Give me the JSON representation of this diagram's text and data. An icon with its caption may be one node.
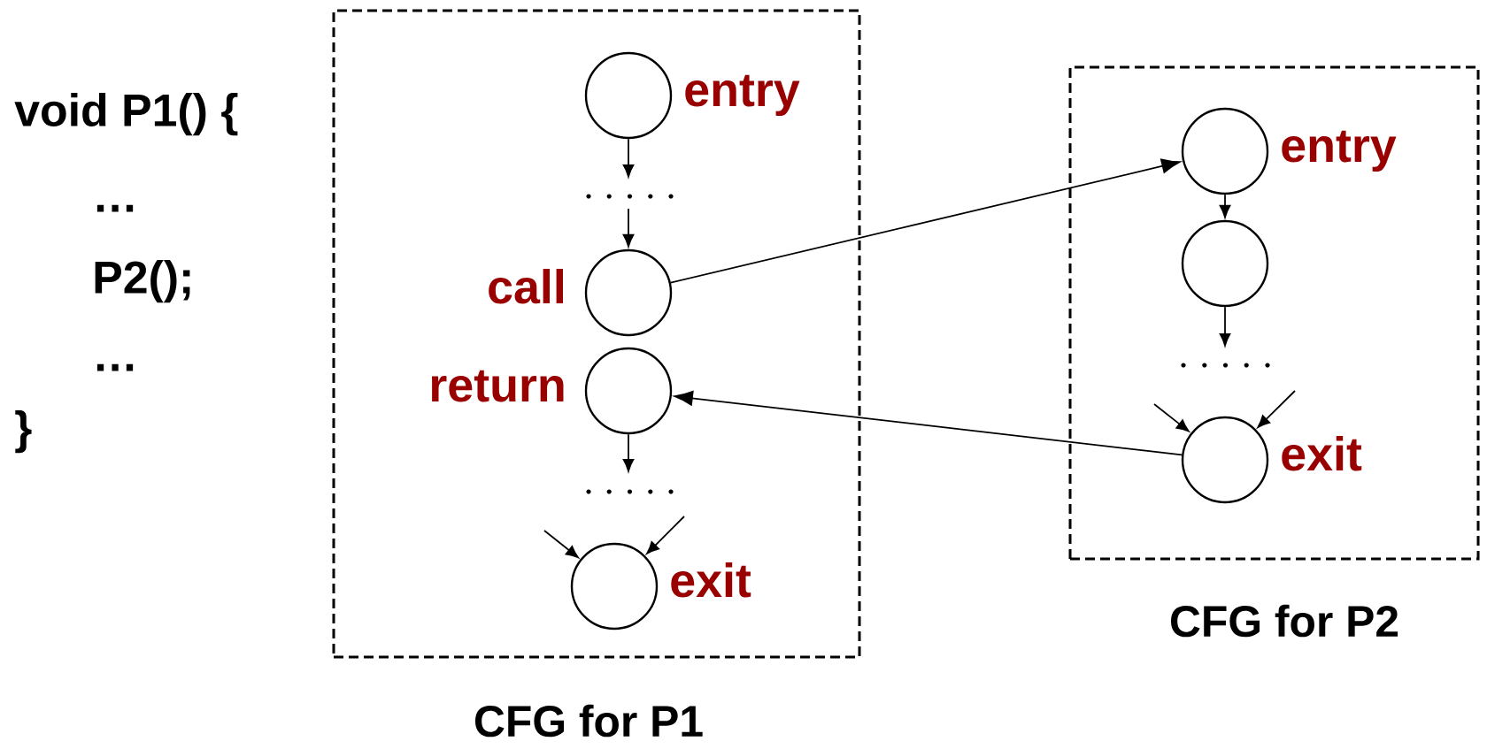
{
  "diagram": {
    "nodes": [
      {
        "text": [
          "CFG for P1"
        ]
      },
      {
        "text": [],
        "shape": "circle",
        "beside": [
          "entry"
        ],
        "in": 0
      },
      {
        "text": [],
        "shape": "circle",
        "beside": [
          "call"
        ],
        "in": 0
      },
      {
        "text": [],
        "shape": "circle",
        "beside": [
          "return"
        ],
        "in": 0
      },
      {
        "text": [],
        "shape": "circle",
        "beside": [
          "exit"
        ],
        "in": 0
      },
      {
        "text": [
          "CFG for P2"
        ]
      },
      {
        "text": [],
        "shape": "circle",
        "beside": [
          "entry"
        ],
        "in": 5
      },
      {
        "text": [],
        "shape": "circle",
        "in": 5
      },
      {
        "text": [],
        "shape": "circle",
        "beside": [
          "exit"
        ],
        "in": 5
      }
    ],
    "edges": [
      {
        "from": 1,
        "to": null,
        "arrow": "to"
      },
      {
        "from": null,
        "to": 2,
        "arrow": "to"
      },
      {
        "from": 3,
        "to": null,
        "arrow": "to"
      },
      {
        "from": null,
        "to": 4,
        "arrow": "to"
      },
      {
        "from": null,
        "to": 4,
        "arrow": "to"
      },
      {
        "from": 2,
        "to": 6,
        "arrow": "to"
      },
      {
        "from": 6,
        "to": 7,
        "arrow": "to"
      },
      {
        "from": 7,
        "to": null,
        "arrow": "to"
      },
      {
        "from": null,
        "to": 8,
        "arrow": "to"
      },
      {
        "from": null,
        "to": 8,
        "arrow": "to"
      },
      {
        "from": 8,
        "to": 3,
        "arrow": "to"
      }
    ],
    "labels": [
      "void P1() {",
      "…",
      "P2();",
      "…",
      "}"
    ]
  }
}
